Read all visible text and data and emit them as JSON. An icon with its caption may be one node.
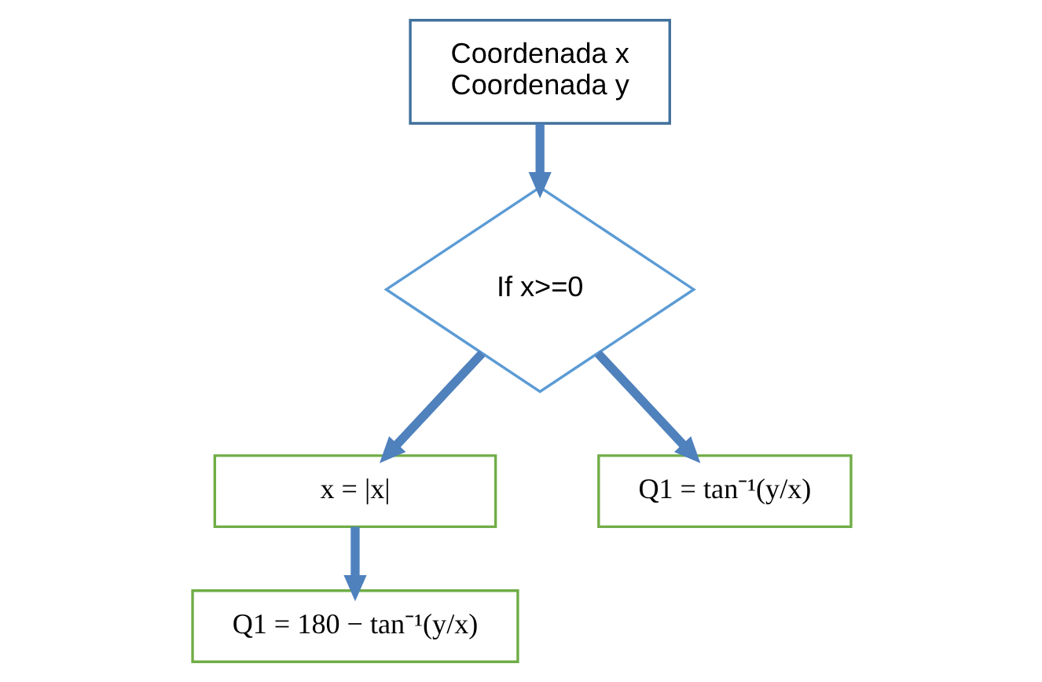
{
  "diagram": {
    "nodes": [
      {
        "text": [
          "Coordenada x",
          "Coordenada y"
        ]
      },
      {
        "text": [
          "If x>=0"
        ]
      },
      {
        "text": [
          "x = |x|"
        ]
      },
      {
        "text": [
          "Q1 = tan⁻¹(y/x)"
        ]
      },
      {
        "text": [
          "Q1 = 180 − tan⁻¹(y/x)"
        ]
      }
    ],
    "edges": [
      {
        "from": 0,
        "to": 1,
        "arrow": "to"
      },
      {
        "from": 1,
        "to": 2,
        "arrow": "to"
      },
      {
        "from": 1,
        "to": 3,
        "arrow": "to"
      },
      {
        "from": 2,
        "to": 4,
        "arrow": "to"
      }
    ]
  }
}
